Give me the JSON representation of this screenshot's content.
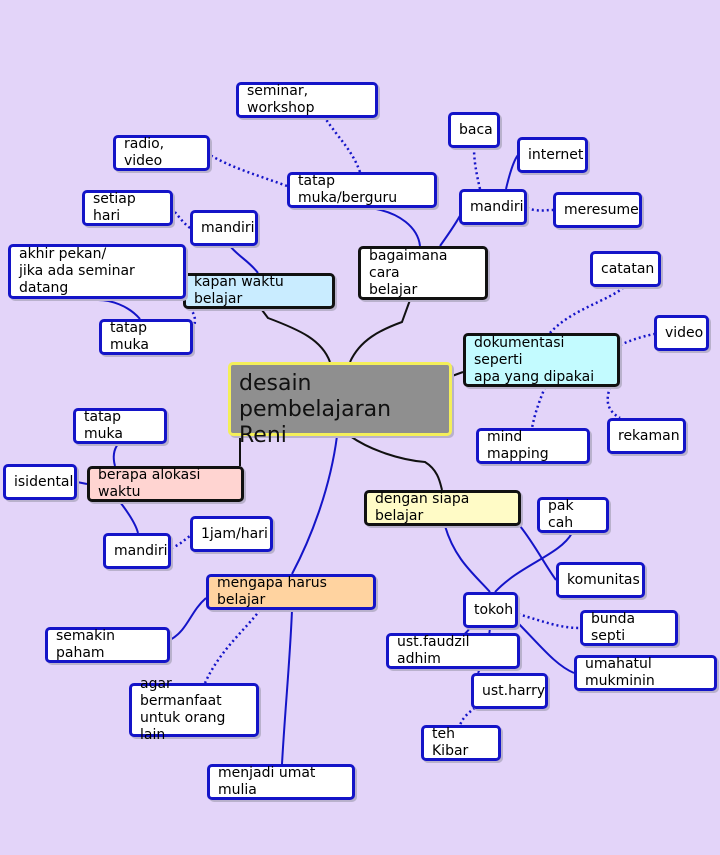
{
  "central": "desain pembelajaran Reni",
  "nodes": {
    "c_kapan": "kapan waktu belajar",
    "c_bagaimana": "bagaimana cara\nbelajar",
    "c_dokumentasi": "dokumentasi seperti\napa yang dipakai",
    "c_dengan": "dengan siapa belajar",
    "c_berapa": "berapa alokasi waktu",
    "c_mengapa": "mengapa harus belajar",
    "seminar": "seminar, workshop",
    "radio": "radio, video",
    "tatapmuka_berguru": "tatap muka/berguru",
    "setiaphari": "setiap hari",
    "mandiri1": "mandiri",
    "akhirpekan": "akhir pekan/\njika ada seminar datang",
    "tatapmuka1": "tatap muka",
    "baca": "baca",
    "internet": "internet",
    "mandiri2": "mandiri",
    "meresume": "meresume",
    "catatan": "catatan",
    "video": "video",
    "mindmapping": "mind mapping",
    "rekaman": "rekaman",
    "tatapmuka2": "tatap muka",
    "isidental": "isidental",
    "mandiri3": "mandiri",
    "satujam": "1jam/hari",
    "pakcah": "pak cah",
    "komunitas": "komunitas",
    "tokoh": "tokoh",
    "bundasepti": "bunda septi",
    "faudzil": "ust.faudzil adhim",
    "umahatul": "umahatul mukminin",
    "harry": "ust.harry",
    "tehkibar": "teh Kibar",
    "semakin": "semakin paham",
    "agar": "agar bermanfaat\nuntuk orang lain",
    "umat": "menjadi umat mulia"
  },
  "colors": {
    "background": "#e3d4f9",
    "node_border": "#1414c8",
    "central_fill": "#8f8f8f",
    "central_border": "#f4ef5a"
  }
}
